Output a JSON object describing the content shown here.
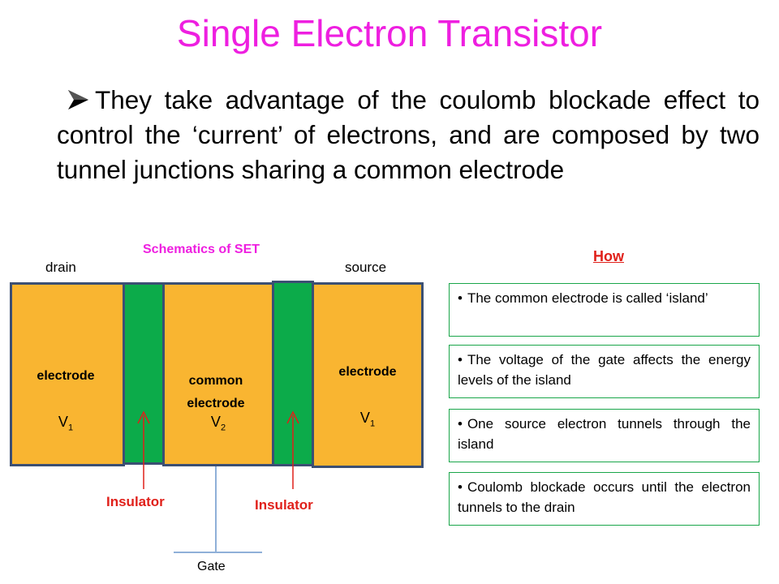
{
  "title": "Single Electron Transistor",
  "bullet": {
    "icon": "arrow-bullet-icon",
    "text": "They take advantage of the coulomb blockade effect to control the ‘current’ of electrons, and are composed by two tunnel junctions sharing a common electrode"
  },
  "schematic": {
    "heading": "Schematics of SET",
    "drain_label": "drain",
    "source_label": "source",
    "left_electrode": {
      "name": "electrode",
      "voltage": "V",
      "voltage_sub": "1"
    },
    "center_electrode": {
      "name_line1": "common",
      "name_line2": "electrode",
      "voltage": "V",
      "voltage_sub": "2"
    },
    "right_electrode": {
      "name": "electrode",
      "voltage": "V",
      "voltage_sub": "1"
    },
    "insulator_left": "Insulator",
    "insulator_right": "Insulator",
    "gate_label": "Gate",
    "colors": {
      "electrode": "#f9b531",
      "insulator": "#0cab4a",
      "outline": "#3b4f73",
      "arrow": "#e0201a",
      "gate_line": "#8fb0d8"
    }
  },
  "how": {
    "heading": "How",
    "items": [
      "The common electrode is called ‘island’",
      "The voltage of the gate affects the energy levels of the island",
      "One source electron tunnels through the island",
      "Coulomb blockade occurs until the electron tunnels to the drain"
    ]
  },
  "colors": {
    "title": "#ee1fe0",
    "accent_text": "#e0201a",
    "box_border": "#1aa64a"
  }
}
